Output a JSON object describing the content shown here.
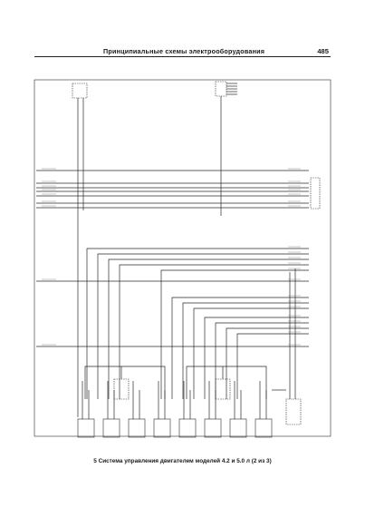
{
  "header": {
    "title": "Принципиальные схемы электрооборудования",
    "page_number": "485"
  },
  "caption": "5 Система управления двигателем моделей 4.2 и 5.0 л (2 из 3)",
  "colors": {
    "line": "#2a2a2a",
    "text": "#1a1a1a",
    "background": "#ffffff"
  }
}
